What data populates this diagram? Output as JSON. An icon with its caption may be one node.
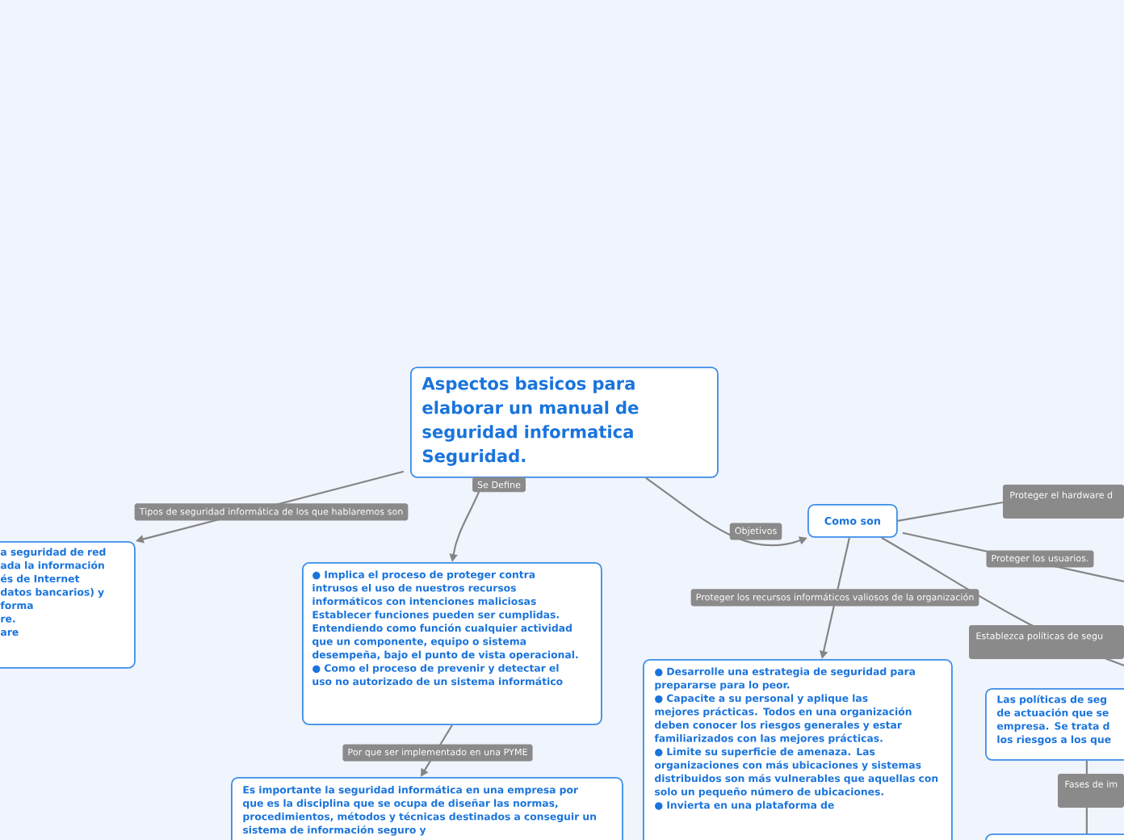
{
  "diagram": {
    "nodes": [
      {
        "text": [
          "Aspectos basicos para elaborar un manual de seguridad informatica Seguridad."
        ]
      },
      {
        "text": [
          "a seguridad de red",
          "ada la información",
          "és de Internet",
          "datos bancarios) y",
          "forma",
          "re.",
          "are"
        ]
      },
      {
        "text": [
          "● Implica el proceso de proteger contra intrusos el uso de nuestros recursos informáticos con intenciones maliciosas Establecer funciones pueden ser cumplidas. Entendiendo como función cualquier actividad que un componente, equipo o sistema desempeña, bajo el punto de vista operacional.",
          "● Como el proceso de prevenir y detectar el uso no autorizado de un sistema informático"
        ]
      },
      {
        "text": [
          "Como son"
        ]
      },
      {
        "text": [
          "Es importante la seguridad informática en una empresa por que es la disciplina que se ocupa de diseñar las normas, procedimientos, métodos y técnicas destinados a conseguir un sistema de información seguro y"
        ]
      },
      {
        "text": [
          "● Desarrolle una estrategia de seguridad para prepararse para lo peor.",
          "● Capacite a su personal y aplique las mejores prácticas. Todos en una organización deben conocer los riesgos generales y estar familiarizados con las mejores prácticas.",
          "● Limite su superficie de amenaza. Las organizaciones con más ubicaciones y sistemas distribuidos son más vulnerables que aquellas con solo un pequeño número de ubicaciones.",
          "● Invierta en una plataforma de"
        ]
      },
      {
        "text": [
          "Las políticas de seg",
          "de actuación que se",
          "empresa. Se trata d",
          "los riesgos a los que"
        ]
      },
      {
        "text": [],
        "shape": "box"
      }
    ],
    "edges": [
      {
        "from": 0,
        "to": 1,
        "arrow": "to",
        "label": "Tipos de seguridad informática de los que hablaremos son"
      },
      {
        "from": 0,
        "to": 2,
        "arrow": "to",
        "label": "Se Define"
      },
      {
        "from": 0,
        "to": 3,
        "arrow": "to",
        "label": "Objetivos"
      },
      {
        "from": 2,
        "to": 4,
        "arrow": "to",
        "label": "Por que ser implementado en una PYME"
      },
      {
        "from": 3,
        "to": 5,
        "arrow": "to",
        "label": "Proteger los recursos informáticos valiosos de la organización"
      },
      {
        "from": 3,
        "to": null,
        "arrow": "none",
        "label": "Proteger el hardware d"
      },
      {
        "from": 3,
        "to": null,
        "arrow": "none",
        "label": "Proteger los usuarios."
      },
      {
        "from": 3,
        "to": null,
        "arrow": "none",
        "label": "Establezca políticas de segu"
      },
      {
        "from": 6,
        "to": 7,
        "arrow": "none",
        "label": "Fases de im"
      }
    ]
  }
}
